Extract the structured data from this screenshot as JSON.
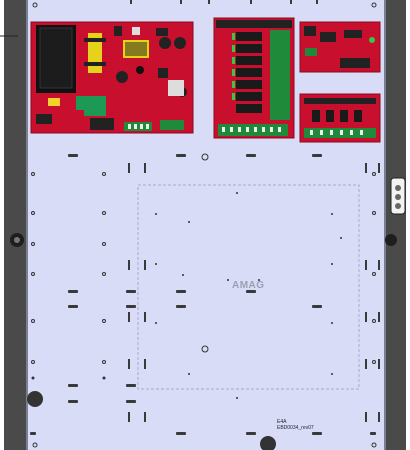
{
  "enclosure": {
    "logo_text": "AMAG",
    "part_line1": "E4A",
    "part_line2": "EBD0034_rev07",
    "colors": {
      "backplate": "#d9dcf6",
      "frame": "#4a4a4a",
      "board": "#c8102e",
      "terminal": "#1f8a3a"
    }
  },
  "boards": [
    {
      "name": "power-supply-board"
    },
    {
      "name": "relay-output-board"
    },
    {
      "name": "controller-board-top"
    },
    {
      "name": "controller-board-bottom"
    }
  ]
}
